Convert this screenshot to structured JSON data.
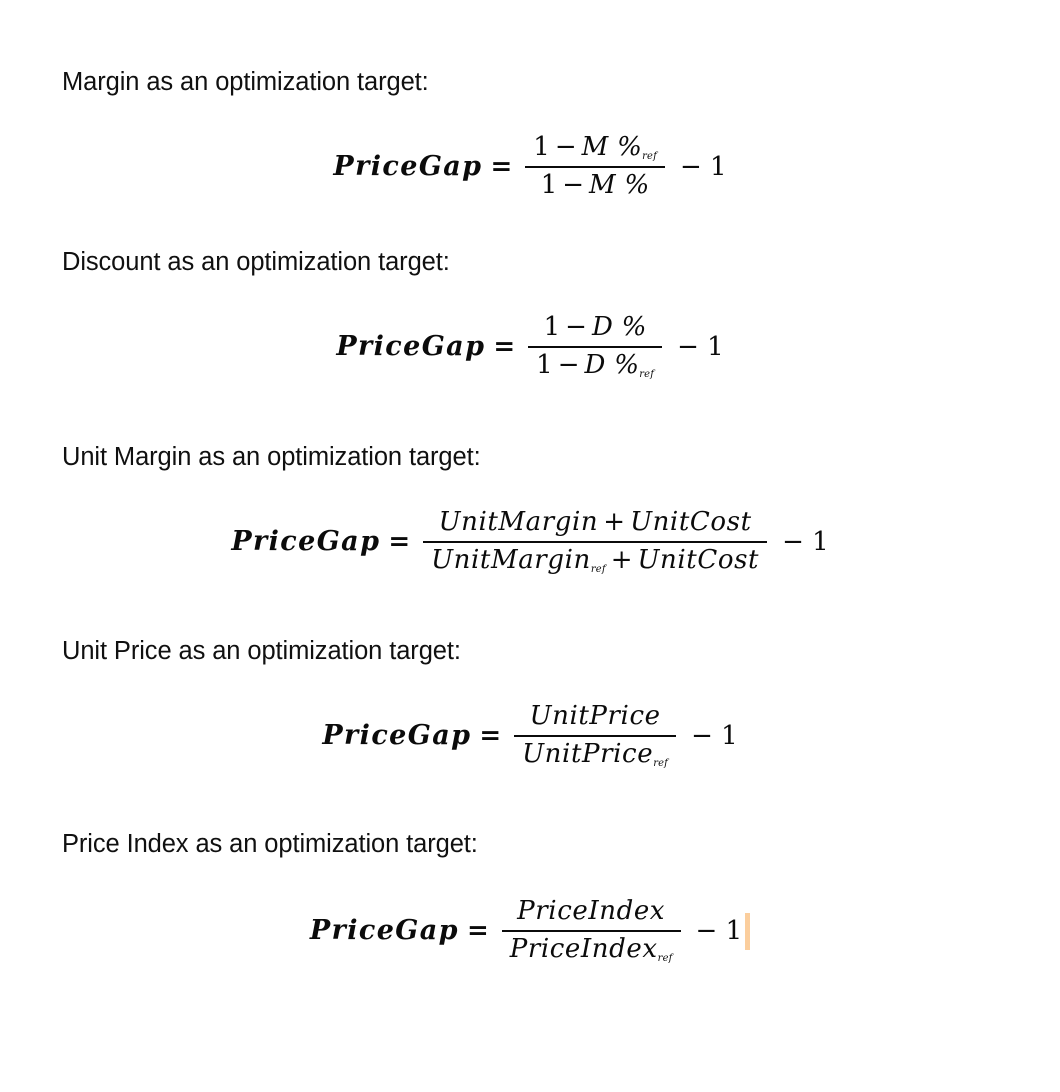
{
  "document": {
    "background_color": "#ffffff",
    "text_color": "#101010",
    "caret_color": "#fbce9d"
  },
  "sections": [
    {
      "heading": "Margin as an optimization target:",
      "formula": {
        "lhs": "PriceGap",
        "equals": "=",
        "numerator": {
          "one": "1",
          "minus": "−",
          "variable": "M %",
          "subscript": "ref"
        },
        "denominator": {
          "one": "1",
          "minus": "−",
          "variable": "M %",
          "subscript": ""
        },
        "tail": "− 1",
        "plain_text": "PriceGap = (1 − M %_ref) / (1 − M %) − 1"
      }
    },
    {
      "heading": "Discount as an optimization target:",
      "formula": {
        "lhs": "PriceGap",
        "equals": "=",
        "numerator": {
          "one": "1",
          "minus": "−",
          "variable": "D %",
          "subscript": ""
        },
        "denominator": {
          "one": "1",
          "minus": "−",
          "variable": "D %",
          "subscript": "ref"
        },
        "tail": "− 1",
        "plain_text": "PriceGap = (1 − D %) / (1 − D %_ref) − 1"
      }
    },
    {
      "heading": "Unit Margin as an optimization target:",
      "formula": {
        "lhs": "PriceGap",
        "equals": "=",
        "numerator": {
          "term1": "UnitMargin",
          "plus": "+",
          "term2": "UnitCost",
          "subscript": ""
        },
        "denominator": {
          "term1": "UnitMargin",
          "plus": "+",
          "term2": "UnitCost",
          "subscript": "ref"
        },
        "tail": "− 1",
        "plain_text": "PriceGap = (UnitMargin + UnitCost) / (UnitMargin_ref + UnitCost) − 1"
      }
    },
    {
      "heading": "Unit Price as an optimization target:",
      "formula": {
        "lhs": "PriceGap",
        "equals": "=",
        "numerator": {
          "term1": "UnitPrice",
          "subscript": ""
        },
        "denominator": {
          "term1": "UnitPrice",
          "subscript": "ref"
        },
        "tail": "− 1",
        "plain_text": "PriceGap = UnitPrice / UnitPrice_ref − 1"
      }
    },
    {
      "heading": "Price Index as an optimization target:",
      "formula": {
        "lhs": "PriceGap",
        "equals": "=",
        "numerator": {
          "term1": "PriceIndex",
          "subscript": ""
        },
        "denominator": {
          "term1": "PriceIndex",
          "subscript": "ref"
        },
        "tail": "− 1",
        "plain_text": "PriceGap = PriceIndex / PriceIndex_ref − 1"
      }
    }
  ]
}
